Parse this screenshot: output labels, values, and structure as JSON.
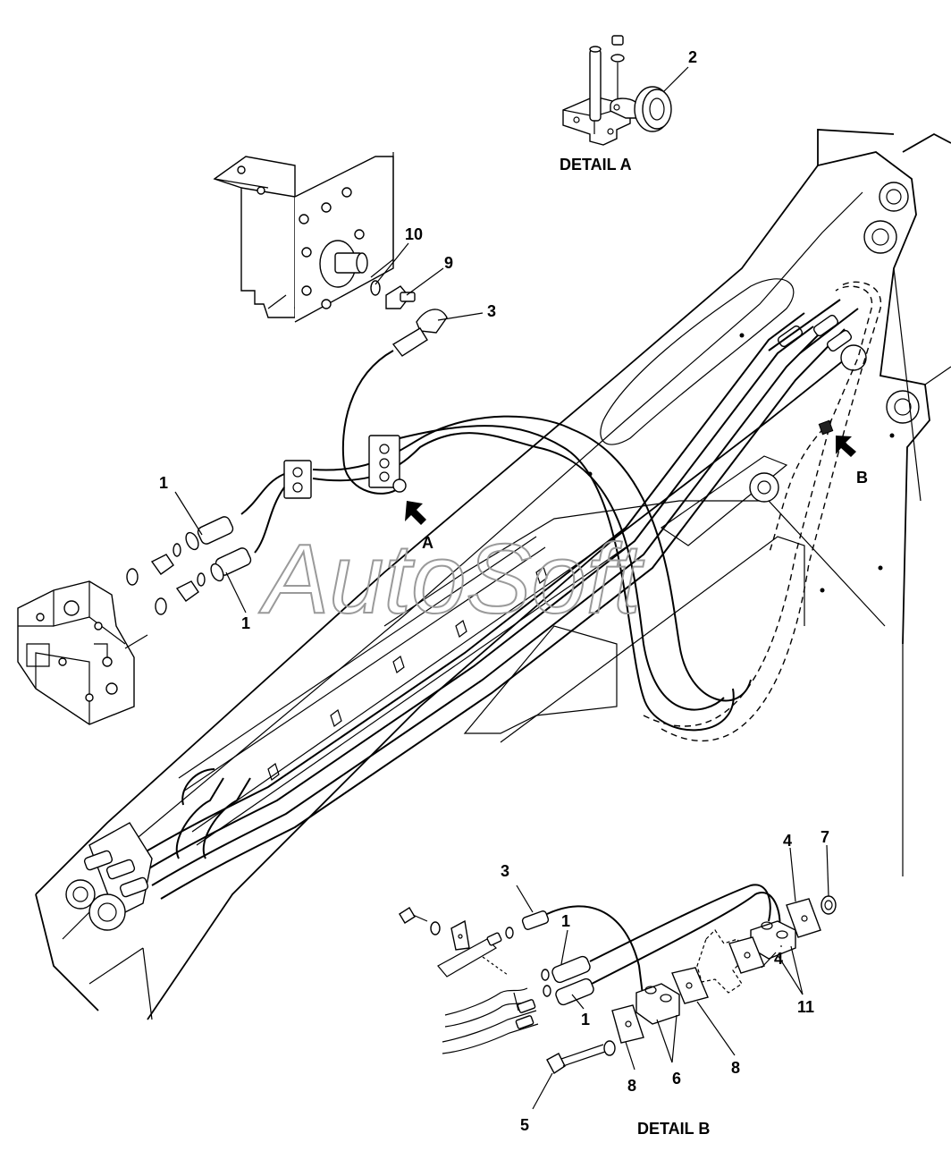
{
  "watermark": "AutoSoft",
  "details": {
    "a_title": "DETAIL A",
    "b_title": "DETAIL B"
  },
  "view_markers": {
    "a": "A",
    "b": "B"
  },
  "callouts": {
    "main": {
      "n10": "10",
      "n9": "9",
      "n3": "3",
      "n1_upper": "1",
      "n1_lower": "1"
    },
    "detail_a": {
      "n2": "2"
    },
    "detail_b": {
      "n3": "3",
      "n1_upper": "1",
      "n1_lower": "1",
      "n4_top": "4",
      "n7": "7",
      "n4_bottom": "4",
      "n11": "11",
      "n6": "6",
      "n8_left": "8",
      "n8_right": "8",
      "n5": "5"
    }
  }
}
